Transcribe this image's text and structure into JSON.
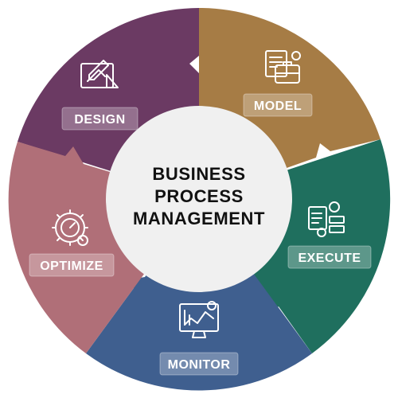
{
  "center": {
    "lines": [
      "BUSINESS",
      "PROCESS",
      "MANAGEMENT"
    ]
  },
  "segments": [
    {
      "id": "design",
      "label": "DESIGN",
      "color": "#6b3a63",
      "icon": "blueprint-drafting-icon"
    },
    {
      "id": "model",
      "label": "MODEL",
      "color": "#a67c45",
      "icon": "document-briefcase-icon"
    },
    {
      "id": "execute",
      "label": "EXECUTE",
      "color": "#1f6f5e",
      "icon": "workflow-gear-icon"
    },
    {
      "id": "monitor",
      "label": "MONITOR",
      "color": "#3f5f8f",
      "icon": "computer-monitor-chart-icon"
    },
    {
      "id": "optimize",
      "label": "OPTIMIZE",
      "color": "#b06f78",
      "icon": "gear-speedometer-icon"
    }
  ]
}
